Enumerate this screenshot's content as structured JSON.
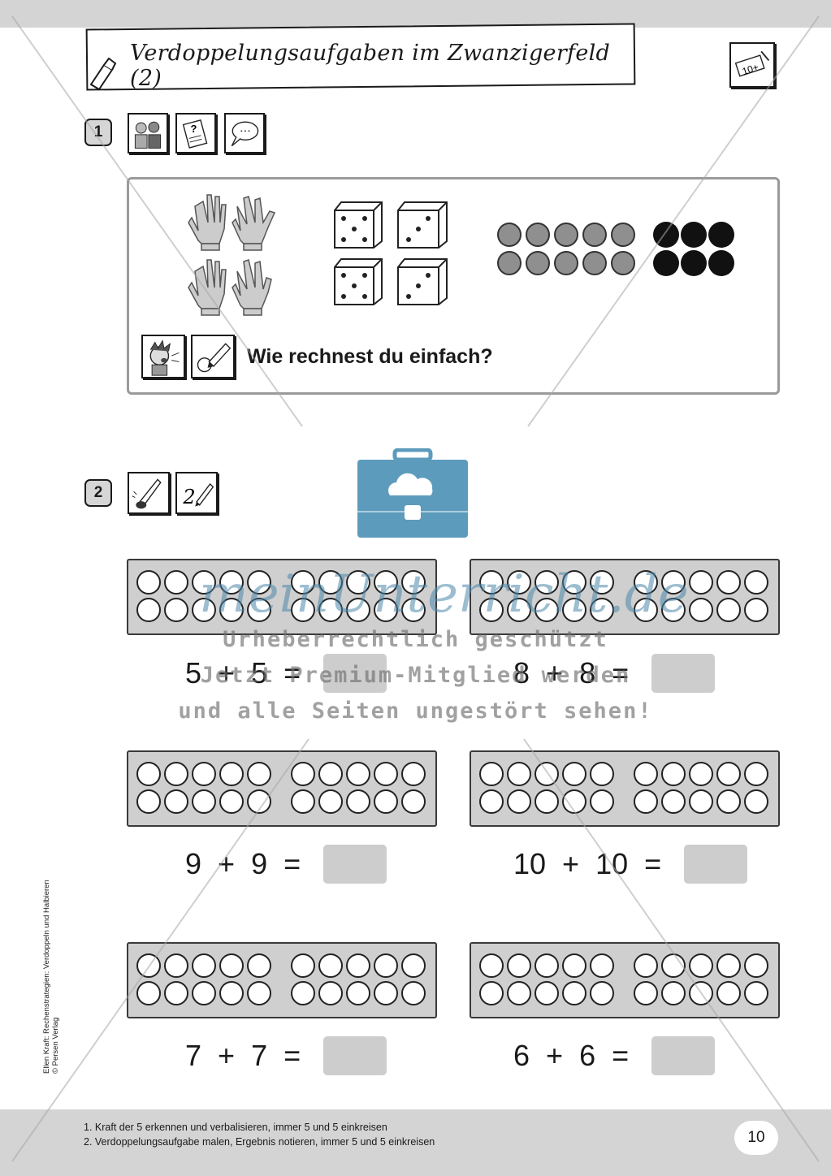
{
  "title": "Verdoppelungsaufgaben im Zwanzigerfeld (2)",
  "badge_icon_label": "10+",
  "task1": {
    "number": "1",
    "icons": [
      "partner-work-icon",
      "clipboard-question-icon",
      "speech-bubble-icon"
    ],
    "question_icons": [
      "shouting-kid-icon",
      "pencil-drawing-icon"
    ],
    "question": "Wie rechnest du einfach?",
    "dot_rows": {
      "gray_per_row": 5,
      "black_per_row": 3,
      "rows": 2
    }
  },
  "task2": {
    "number": "2",
    "icons": [
      "brush-icon",
      "writing-pencil-icon"
    ],
    "problems": [
      {
        "a": "5",
        "plus": "+",
        "b": "5",
        "equals": "="
      },
      {
        "a": "8",
        "plus": "+",
        "b": "8",
        "equals": "="
      },
      {
        "a": "9",
        "plus": "+",
        "b": "9",
        "equals": "="
      },
      {
        "a": "10",
        "plus": "+",
        "b": "10",
        "equals": "="
      },
      {
        "a": "7",
        "plus": "+",
        "b": "7",
        "equals": "="
      },
      {
        "a": "6",
        "plus": "+",
        "b": "6",
        "equals": "="
      }
    ]
  },
  "watermark": {
    "brand": "meinUnterricht.de",
    "line1": "Urheberrechtlich geschützt",
    "line2": "Jetzt Premium-Mitglied werden",
    "line3": "und alle Seiten ungestört sehen!"
  },
  "footer": {
    "notes": [
      "1. Kraft der 5 erkennen und verbalisieren, immer 5 und 5 einkreisen",
      "2. Verdoppelungsaufgabe malen, Ergebnis notieren, immer 5 und 5 einkreisen"
    ],
    "page": "10",
    "credit_lines": [
      "Ellen Kraft: Rechenstrategien: Verdoppeln und Halbieren",
      "© Persen Verlag"
    ]
  },
  "colors": {
    "band_gray": "#d4d4d4",
    "frame_gray": "#cfcfcf",
    "watermark_blue": "#5d9bbd"
  }
}
